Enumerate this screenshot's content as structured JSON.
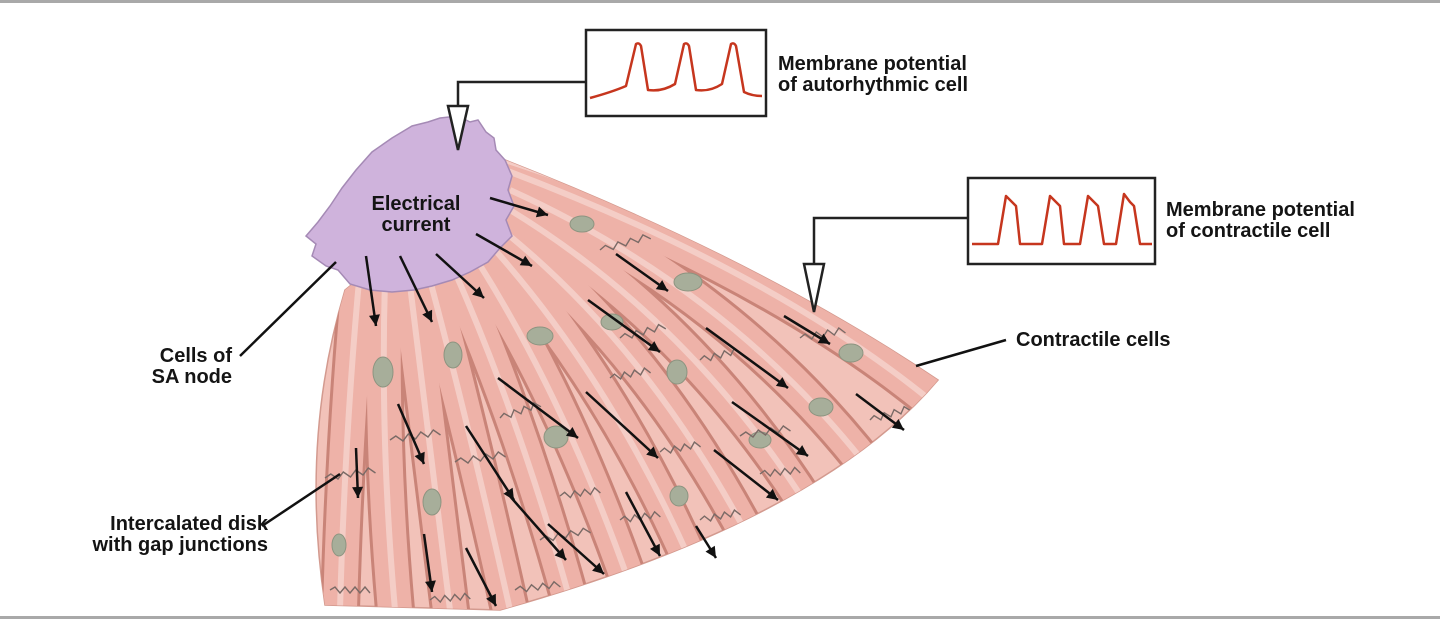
{
  "labels": {
    "electrical_current": [
      "Electrical",
      "current"
    ],
    "autorhythmic": [
      "Membrane potential",
      "of autorhythmic cell"
    ],
    "contractile_potential": [
      "Membrane potential",
      "of contractile cell"
    ],
    "sa_node": [
      "Cells of",
      "SA node"
    ],
    "contractile_cells": "Contractile cells",
    "intercalated": [
      "Intercalated disk",
      "with gap junctions"
    ]
  },
  "colors": {
    "sa_node_fill": "#cfb3dc",
    "muscle_fill": "#eeb2a8",
    "muscle_edge": "#c98478",
    "nucleus": "#a7ae9a",
    "trace": "#c6361e",
    "arrow": "#111111",
    "frame": "#a9a9a9"
  }
}
